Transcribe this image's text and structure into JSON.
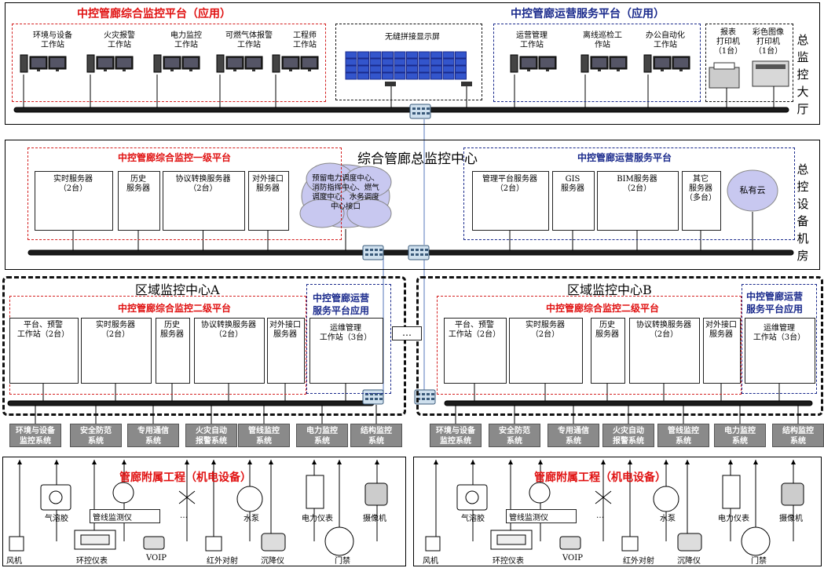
{
  "hall": {
    "side_label": "总\n监\n控\n大\n厅",
    "left_title": "中控管廊综合监控平台（应用）",
    "right_title": "中控管廊运营服务平台（应用）",
    "workstations": [
      "环境与设备\n工作站",
      "火灾报警\n工作站",
      "电力监控\n工作站",
      "可燃气体报警\n工作站",
      "工程师\n工作站"
    ],
    "video_wall": "无缝拼接显示屏",
    "ops_stations": [
      "运营管理\n工作站",
      "离线巡检工\n作站",
      "办公自动化\n工作站"
    ],
    "printers": [
      "报表\n打印机\n（1台）",
      "彩色图像\n打印机\n（1台）"
    ]
  },
  "room": {
    "title": "综合管廊总监控中心",
    "side_label": "总\n控\n设\n备\n机\n房",
    "left_title": "中控管廊综合监控一级平台",
    "right_title": "中控管廊运营服务平台",
    "left_servers": [
      "实时服务器\n（2台）",
      "历史\n服务器",
      "协议转换服务器\n（2台）",
      "对外接口\n服务器"
    ],
    "cloud": "预留电力调度中心、\n消防指挥中心、燃气\n调度中心、水务调度\n中心接口",
    "right_servers": [
      "管理平台服务器\n（2台）",
      "GIS\n服务器",
      "BIM服务器\n（2台）",
      "其它\n服务器\n（多台）"
    ],
    "private_cloud": "私有云"
  },
  "region_a": {
    "title": "区域监控中心A",
    "platform_title": "中控管廊综合监控二级平台",
    "ops_title": "中控管廊运营\n服务平台应用",
    "boxes": [
      "平台、预警\n工作站（2台）",
      "实时服务器\n（2台）",
      "历史\n服务器",
      "协议转换服务器\n（2台）",
      "对外接口\n服务器"
    ],
    "ops_box": "运维管理\n工作站（3台）"
  },
  "region_b": {
    "title": "区域监控中心B",
    "platform_title": "中控管廊综合监控二级平台",
    "ops_title": "中控管廊运营\n服务平台应用",
    "boxes": [
      "平台、预警\n工作站（2台）",
      "实时服务器\n（2台）",
      "历史\n服务器",
      "协议转换服务器\n（2台）",
      "对外接口\n服务器"
    ],
    "ops_box": "运维管理\n工作站（3台）"
  },
  "ellipsis": "…",
  "systems": [
    "环境与设备\n监控系统",
    "安全防范\n系统",
    "专用通信\n系统",
    "火灾自动\n报警系统",
    "管线监控\n系统",
    "电力监控\n系统",
    "结构监控\n系统"
  ],
  "field": {
    "title": "管廊附属工程（机电设备）",
    "devices": {
      "fan": "风机",
      "extinguisher": "气溶胶",
      "env_meter": "环控仪表",
      "pipeline_monitor": "管线监测仪",
      "voip": "VOIP",
      "valve_dots": "…",
      "infrared": "红外对射",
      "pump": "水泵",
      "settlement": "沉降仪",
      "power_meter": "电力仪表",
      "door": "门禁",
      "camera": "摄像机"
    }
  },
  "colors": {
    "red": "#e01010",
    "blue": "#1a2a8c",
    "gray": "#8a8a8a"
  }
}
